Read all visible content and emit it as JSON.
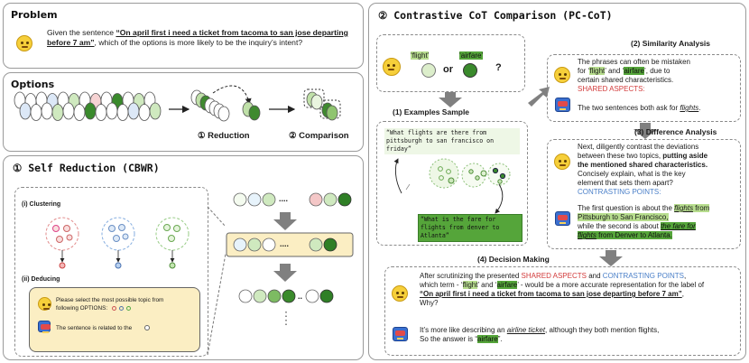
{
  "problem": {
    "title": "Problem",
    "prefix": "Given the sentence ",
    "sentence_quoted": "“On april first i need a ticket from tacoma to san jose departing before 7 am”",
    "suffix": ", which of the options is more likely to be the inquiry’s intent?"
  },
  "options": {
    "title": "Options",
    "reduction_label": "① Reduction",
    "comparison_label": "② Comparison"
  },
  "self_reduction": {
    "title": "① Self Reduction (CBWR)",
    "clustering_label": "(i) Clustering",
    "deducing_label": "(ii) Deducing",
    "prompt_line1": "Please select the most possible topic from",
    "prompt_line2": "following OPTIONS:",
    "answer_line": "The sentence is related to the",
    "ellipsis": "...."
  },
  "pc_cot": {
    "title": "② Contrastive CoT Comparison (PC-CoT)",
    "term1": "‘flight’",
    "term2": "‘airfare’",
    "or": "or",
    "q": "?",
    "examples_title": "(1) Examples Sample",
    "example1": "“What flights are there from pittsburgh to san francisco on friday”",
    "example2": "“What is the fare for flights from denver to Atlanta”",
    "similarity_title": "(2) Similarity Analysis",
    "sim_q1": "The phrases can often be mistaken",
    "sim_q2_a": "for ‘",
    "sim_q2_b": "flight",
    "sim_q2_c": "’ and ‘",
    "sim_q2_d": "airfare",
    "sim_q2_e": "’, due to",
    "sim_q3": "certain shared characteristics.",
    "shared_aspects": "SHARED ASPECTS:",
    "sim_ans_a": "The two sentences both ask for ",
    "sim_ans_b": "flights",
    "sim_ans_c": ".",
    "difference_title": "(3) Difference Analysis",
    "diff_q1": "Next, diligently contrast the deviations",
    "diff_q2": "between these two topics, ",
    "diff_q2_bold": "putting aside",
    "diff_q3_bold": "the mentioned shared characteristics.",
    "diff_q4": "Concisely explain, what is the key",
    "diff_q5": "element that sets them apart?",
    "contrasting_points": "CONTRASTING POINTS:",
    "diff_a1a": "The first question is about the ",
    "diff_a1b": "flights",
    "diff_a1c": " from",
    "diff_a2": "Pittsburgh to San Francisco,",
    "diff_a3a": "while the second is about ",
    "diff_a3b": "the fare for",
    "diff_a4a": "flights",
    "diff_a4b": " from Denver to Atlanta.",
    "decision_title": "(4)  Decision Making",
    "dec1a": "After scrutinizing the presented ",
    "dec1b": "SHARED ASPECTS",
    "dec1c": " and ",
    "dec1d": "CONTRASTING POINTS",
    "dec1e": ",",
    "dec2a": "which term - ‘",
    "dec2b": "flight",
    "dec2c": "’ and ‘",
    "dec2d": "airfare",
    "dec2e": "’ - would be a more accurate representation for the label of",
    "dec3": "“On april first i need a ticket from tacoma to san jose departing before 7 am”",
    "dec3b": ",",
    "dec4": "Why?",
    "dec5a": "It’s more like describing an ",
    "dec5b": "airline ticket",
    "dec5c": ", although they both mention flights,",
    "dec6a": "So the answer is “",
    "dec6b": "airfare",
    "dec6c": "”."
  }
}
